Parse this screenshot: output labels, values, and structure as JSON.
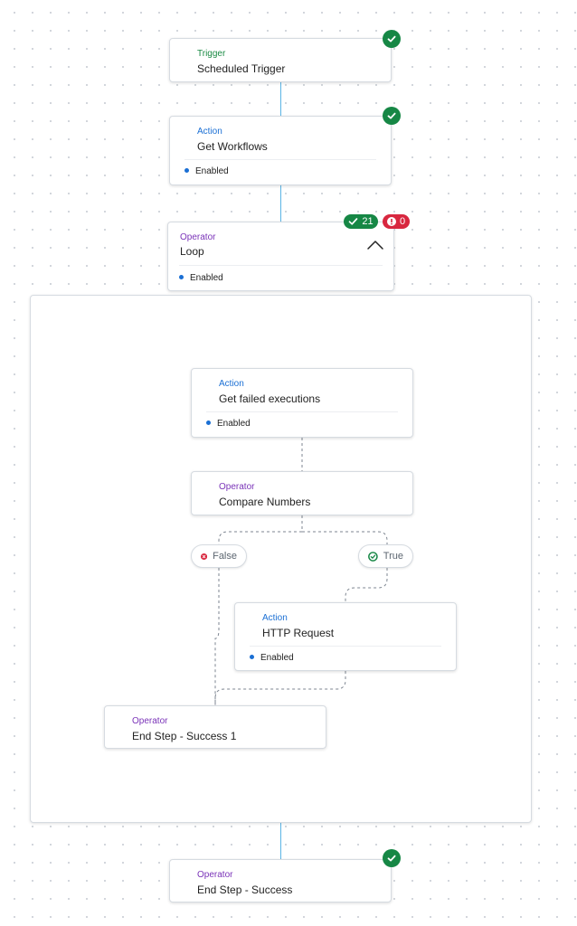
{
  "nodes": {
    "trigger": {
      "type": "Trigger",
      "name": "Scheduled Trigger"
    },
    "get_workflows": {
      "type": "Action",
      "name": "Get Workflows",
      "status": "Enabled"
    },
    "loop": {
      "type": "Operator",
      "name": "Loop",
      "status": "Enabled",
      "success_count": "21",
      "error_count": "0"
    },
    "get_failed": {
      "type": "Action",
      "name": "Get failed executions",
      "status": "Enabled"
    },
    "compare": {
      "type": "Operator",
      "name": "Compare Numbers"
    },
    "http": {
      "type": "Action",
      "name": "HTTP Request",
      "status": "Enabled"
    },
    "end_success_1": {
      "type": "Operator",
      "name": "End Step - Success 1"
    },
    "end_success": {
      "type": "Operator",
      "name": "End Step - Success"
    }
  },
  "branches": {
    "false_label": "False",
    "true_label": "True"
  },
  "colors": {
    "trigger": "#1a8a43",
    "action": "#1a6fd4",
    "operator": "#7a33b8",
    "success": "#168745",
    "error": "#d8273f",
    "connector": "#5ab4e5"
  },
  "icons": {
    "status_ok": "check-circle-icon",
    "collapse": "chevron-up-icon",
    "error": "exclamation-icon",
    "false_branch": "x-circle-icon",
    "true_branch": "check-outline-icon"
  }
}
